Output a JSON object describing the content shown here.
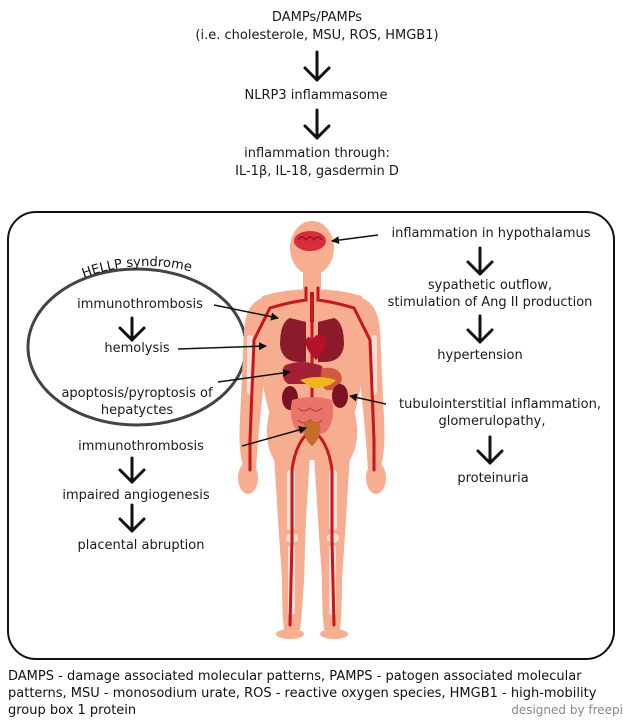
{
  "top": {
    "damps_title": "DAMPs/PAMPs",
    "damps_examples": "(i.e. cholesterole, MSU, ROS, HMGB1)",
    "nlrp3": "NLRP3 inflammasome",
    "inflammation_line1": "inflammation through:",
    "inflammation_line2": "IL-1β, IL-18, gasdermin D"
  },
  "left": {
    "hellp_label": "HELLP syndrome",
    "immunothrombosis": "immunothrombosis",
    "hemolysis": "hemolysis",
    "apoptosis_line1": "apoptosis/pyroptosis of",
    "apoptosis_line2": "hepatyctes",
    "placenta_immunothrombosis": "immunothrombosis",
    "impaired_angiogenesis": "impaired angiogenesis",
    "placental_abruption": "placental abruption"
  },
  "right": {
    "hypothalamus": "inflammation in hypothalamus",
    "outflow_line1": "sypathetic outflow,",
    "outflow_line2": "stimulation of Ang II production",
    "hypertension": "hypertension",
    "tubulo_line1": "tubulointerstitial inflammation,",
    "tubulo_line2": "glomerulopathy,",
    "proteinuria": "proteinuria"
  },
  "footer": {
    "text": "DAMPS - damage associated molecular patterns, PAMPS - patogen associated molecular patterns, MSU - monosodium urate, ROS - reactive oxygen species, HMGB1 - high-mobility group box 1 protein",
    "credit": "designed by freepi"
  },
  "colors": {
    "skin": "#f6ad90",
    "vessel": "#c8161d",
    "organ": "#8b1a2b",
    "brain": "#d92b3a",
    "bone": "#f4e9e5"
  }
}
